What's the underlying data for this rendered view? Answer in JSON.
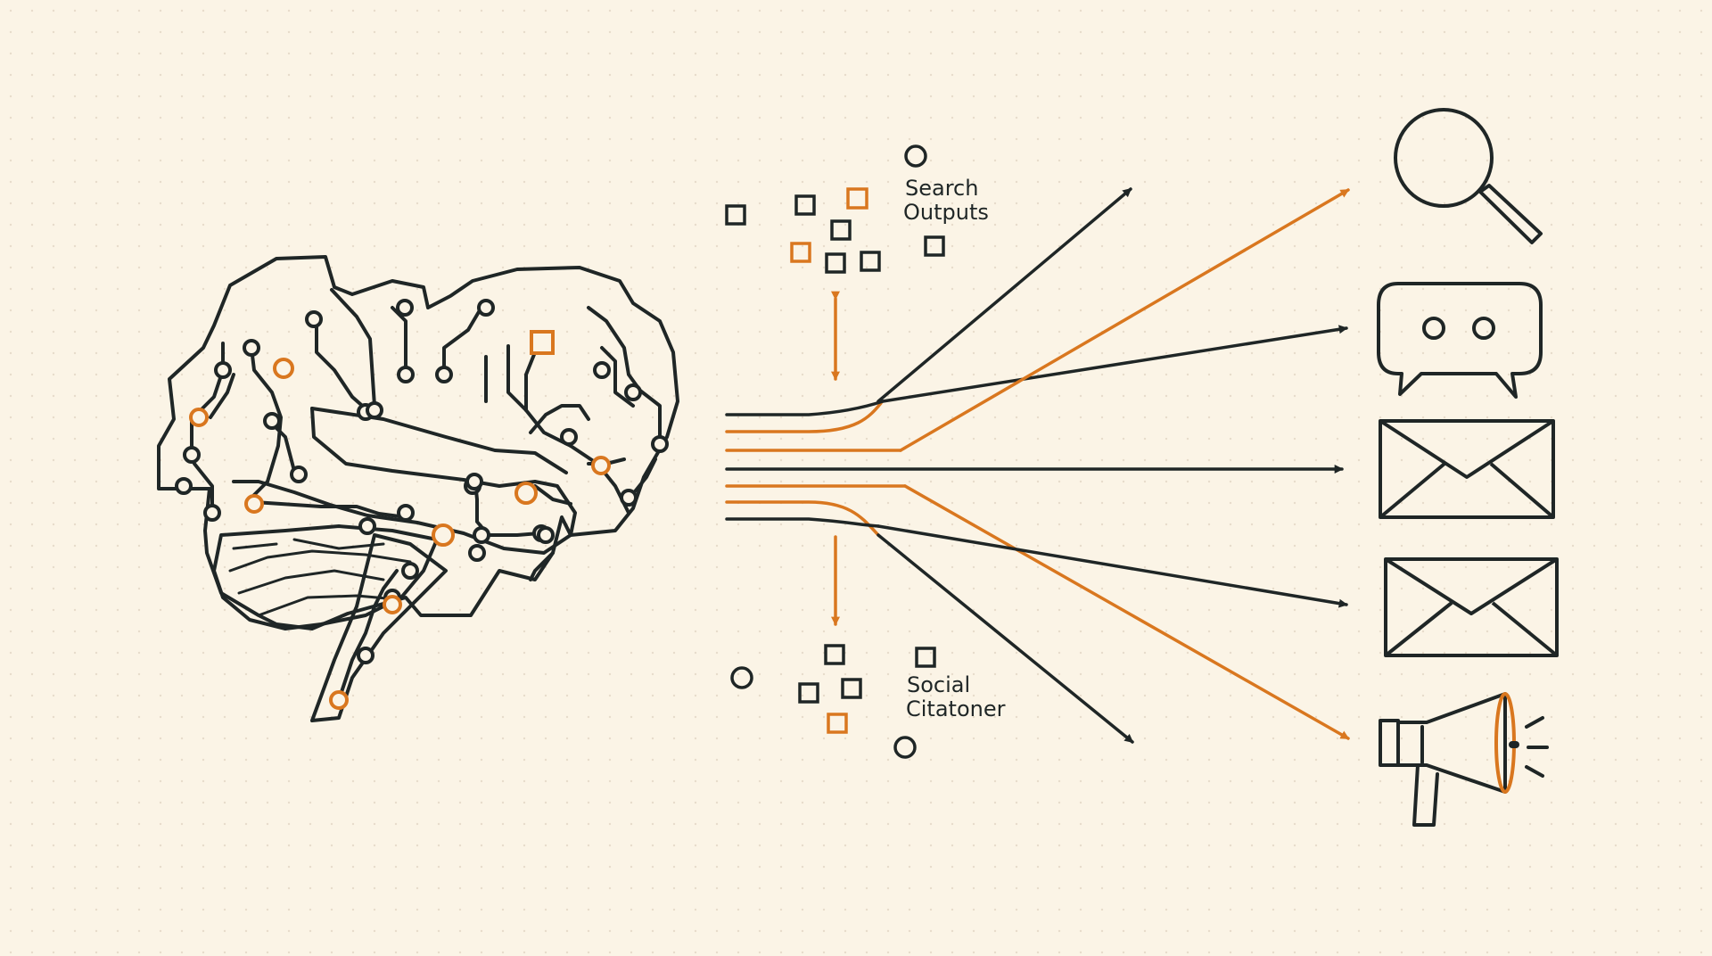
{
  "colors": {
    "background": "#fbf4e6",
    "ink": "#1f2626",
    "accent": "#d9771f",
    "grid_dot": "#e7dccb"
  },
  "labels": {
    "search_line1": "Search",
    "search_line2": "Outputs",
    "social_line1": "Social",
    "social_line2": "Citatoner"
  },
  "icons": {
    "brain": "brain-circuit-icon",
    "search": "magnifier-icon",
    "chat": "chat-bubble-icon",
    "email_1": "envelope-icon",
    "email_2": "envelope-icon",
    "announce": "megaphone-icon"
  }
}
